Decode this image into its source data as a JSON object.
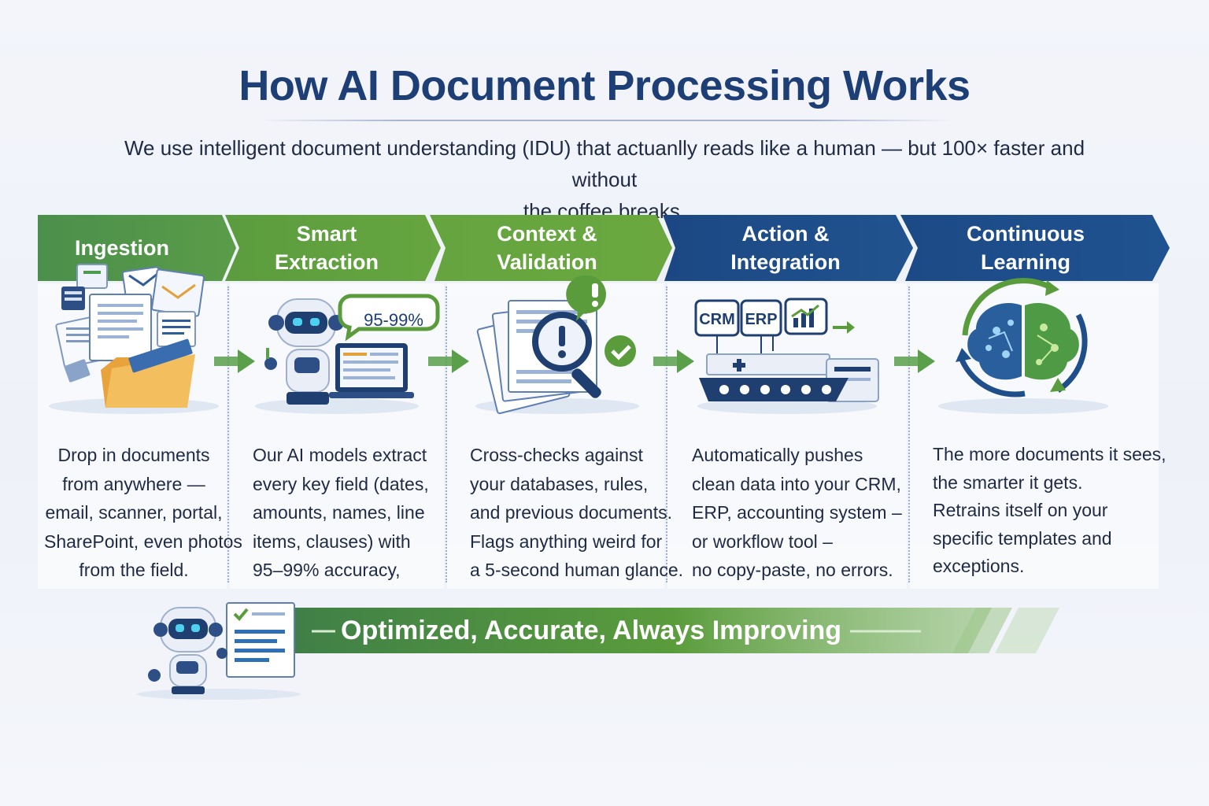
{
  "header": {
    "title": "How AI Document Processing Works",
    "subtitle_line1": "We use intelligent document understanding (IDU) that actuanlly reads like a human — but 100× faster and without",
    "subtitle_line2": "the coffee breaks."
  },
  "stages": [
    {
      "title_lines": [
        "Ingestion"
      ],
      "description_lines": [
        "Drop in documents",
        "from anywhere —",
        "email, scanner, portal,",
        "SharePoint, even photos",
        "from the field."
      ],
      "icon": "documents-folder-icon",
      "color": "#4f9a4d"
    },
    {
      "title_lines": [
        "Smart",
        "Extraction"
      ],
      "description_lines": [
        "Our AI models extract",
        "every key field (dates,",
        "amounts, names, line",
        "items, clauses) with",
        "95–99% accuracy,"
      ],
      "icon": "robot-laptop-icon",
      "badge": "95-99%",
      "color": "#5a9c3c"
    },
    {
      "title_lines": [
        "Context &",
        "Validation"
      ],
      "description_lines": [
        "Cross-checks against",
        "your databases, rules,",
        "and previous documents.",
        "Flags anything weird for",
        "a 5-second human glance."
      ],
      "icon": "magnifier-documents-icon",
      "color": "#63a23f"
    },
    {
      "title_lines": [
        "Action &",
        "Integration"
      ],
      "description_lines": [
        "Automatically pushes",
        "clean data into your CRM,",
        "ERP, accounting system –",
        "or workflow tool –",
        "no copy-paste, no errors."
      ],
      "icon": "crm-erp-integration-icon",
      "tags": [
        "CRM",
        "ERP"
      ],
      "color": "#1e4f8a"
    },
    {
      "title_lines": [
        "Continuous",
        "Learning"
      ],
      "description_lines": [
        "The more documents it sees,",
        "the smarter it gets.",
        "Retrains itself on your",
        "specific templates and",
        "exceptions."
      ],
      "icon": "brain-cycle-icon",
      "color": "#1d4d88"
    }
  ],
  "footer": {
    "tagline": "Optimized, Accurate, Always Improving",
    "icon": "robot-checklist-icon"
  },
  "colors": {
    "navy": "#1d3f75",
    "green": "#5a9c3c",
    "blue": "#1e4f8a",
    "arrow_green": "#5aa04a"
  }
}
